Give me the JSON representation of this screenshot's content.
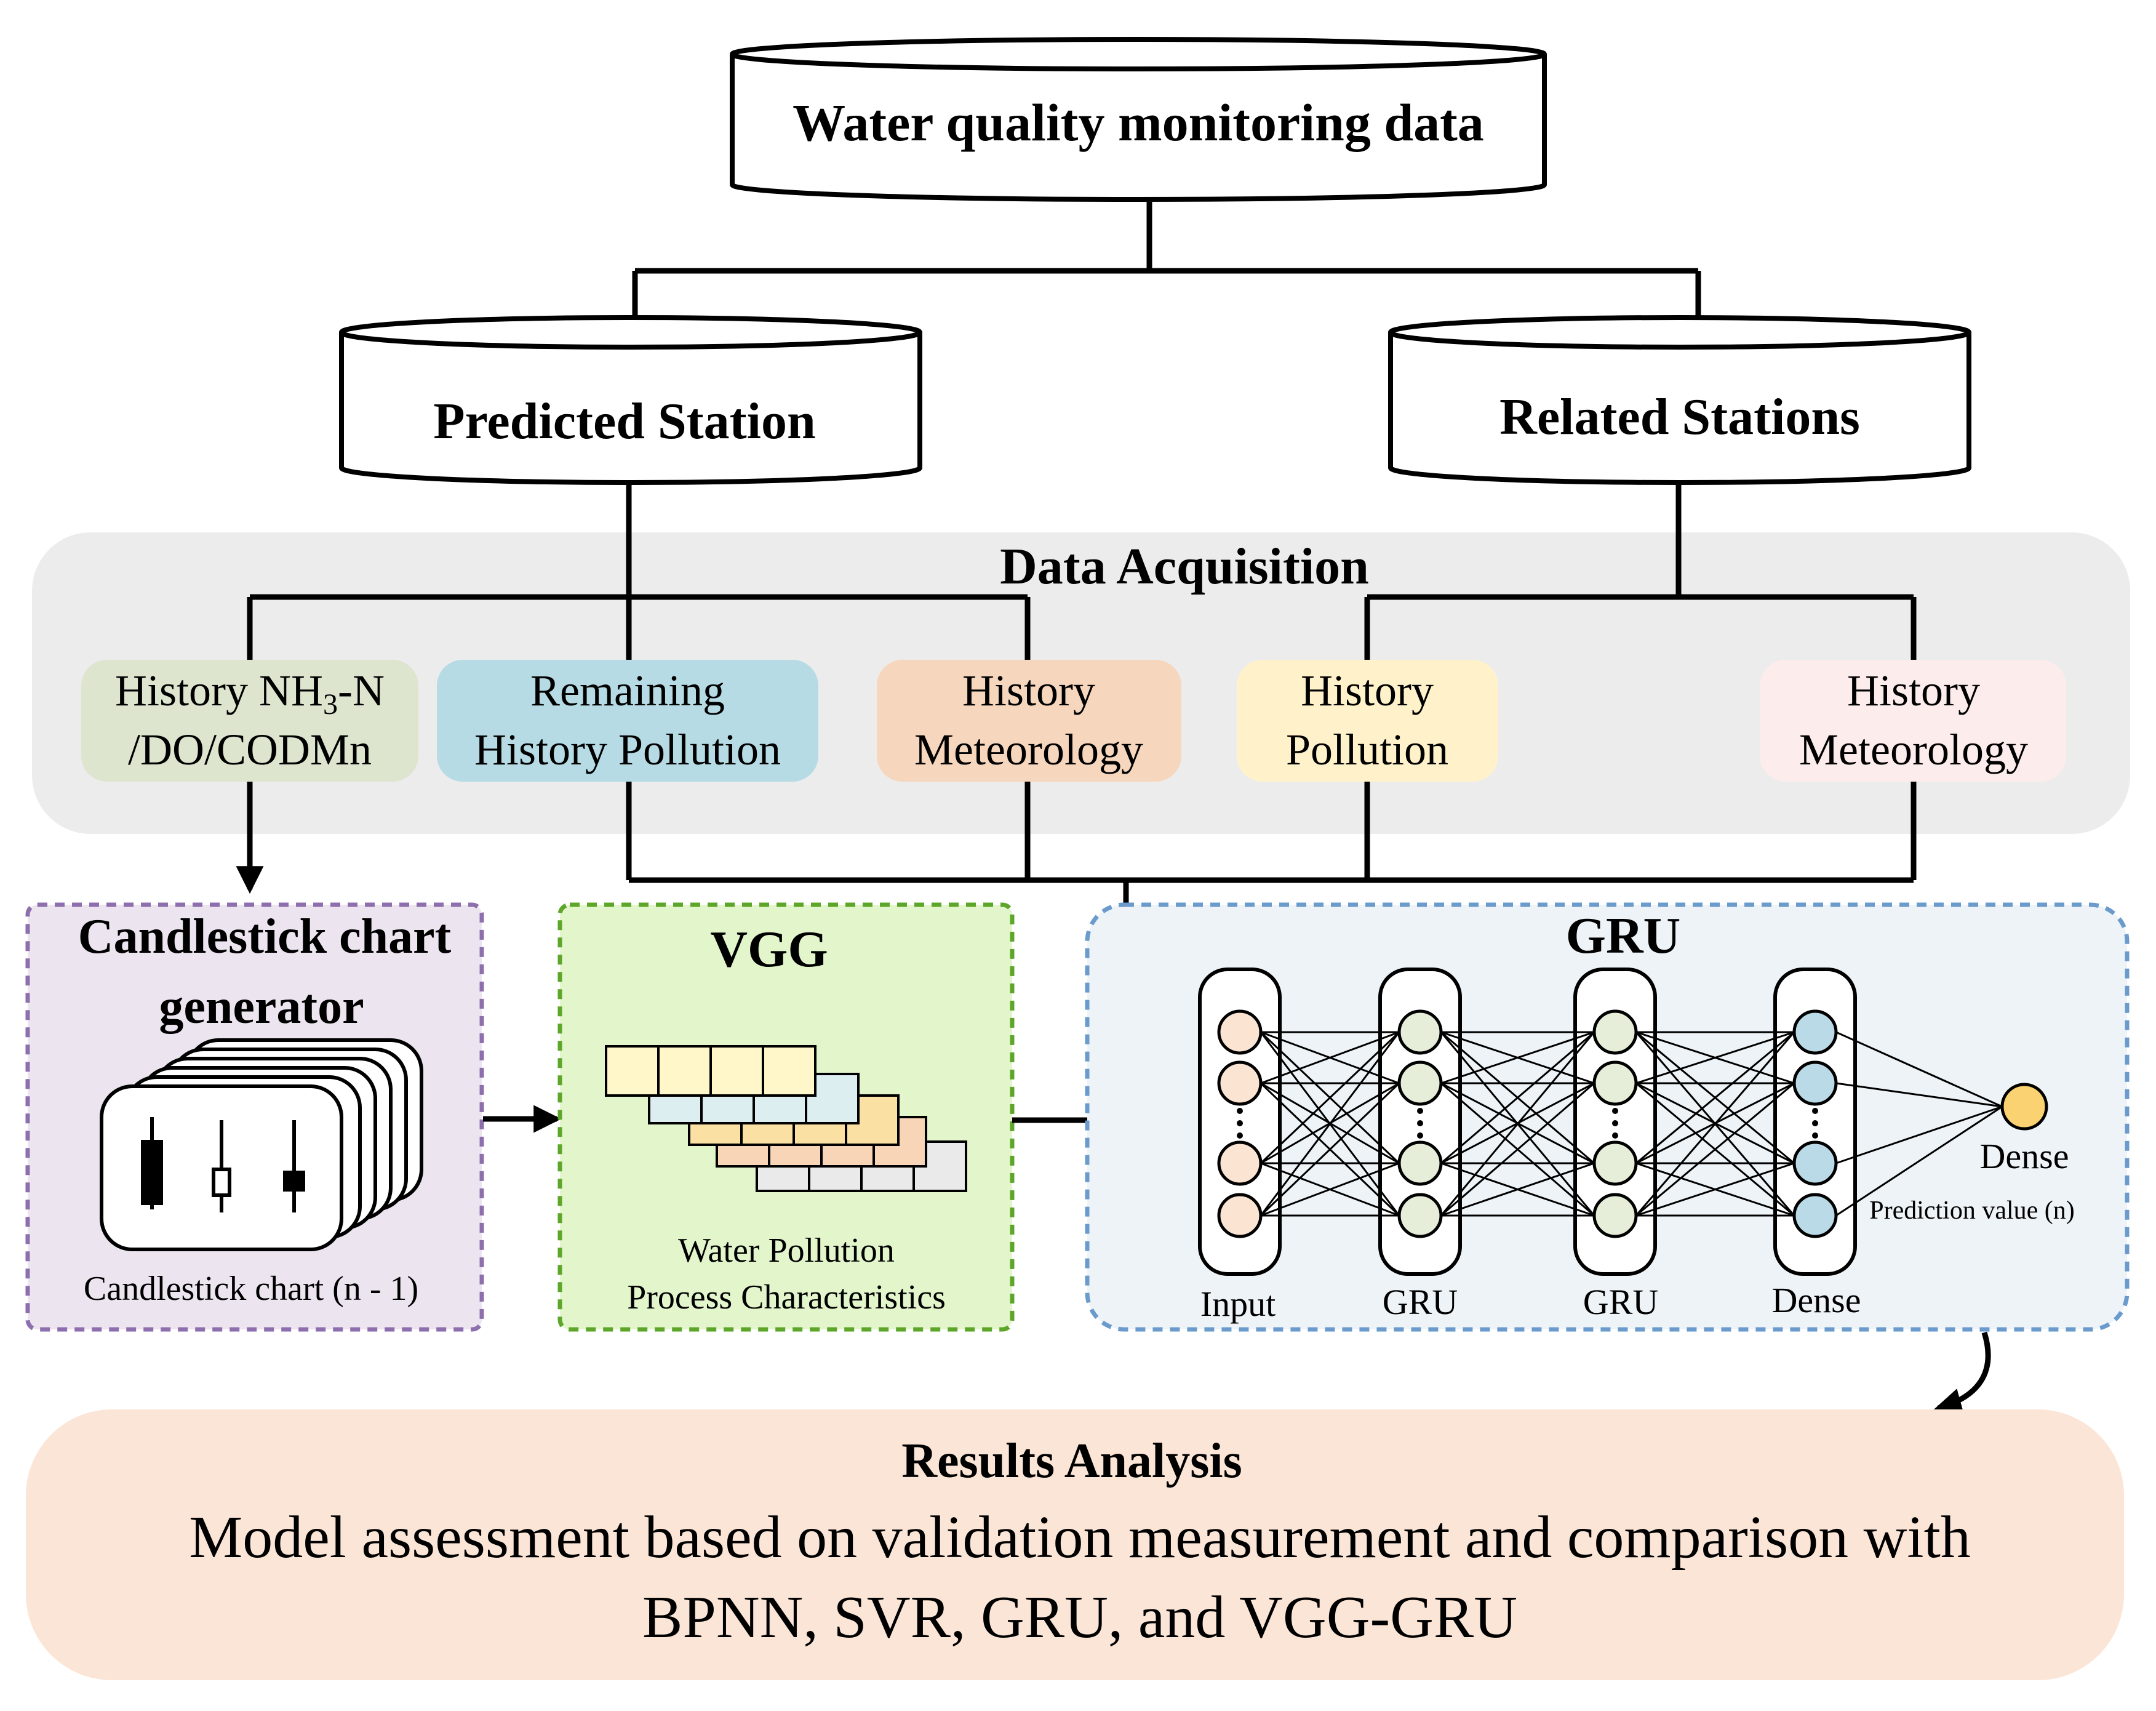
{
  "title": "Water quality monitoring data",
  "stations": {
    "predicted": "Predicted Station",
    "related": "Related Stations"
  },
  "acquisition": {
    "title": "Data Acquisition",
    "items": [
      {
        "line1": "History NH",
        "sub": "3",
        "line1_suffix": "-N",
        "line2": "/DO/CODMn",
        "color": "#dde5cf"
      },
      {
        "line1": "Remaining",
        "line2": "History Pollution",
        "color": "#b6dbe4"
      },
      {
        "line1": "History",
        "line2": "Meteorology",
        "color": "#f6d6bd"
      },
      {
        "line1": "History",
        "line2": "Pollution",
        "color": "#fff2cb"
      },
      {
        "line1": "History",
        "line2": "Meteorology",
        "color": "#fdecec"
      }
    ]
  },
  "candlestick": {
    "title_line1": "Candlestick chart",
    "title_line2": "generator",
    "caption": "Candlestick chart (n - 1)",
    "color": "#ece4ef"
  },
  "vgg": {
    "title": "VGG",
    "caption_line1": "Water Pollution",
    "caption_line2": "Process Characteristics",
    "color": "#e2f5cb"
  },
  "gru": {
    "title": "GRU",
    "layers": [
      "Input",
      "GRU",
      "GRU",
      "Dense"
    ],
    "output_label": "Dense",
    "output_caption": "Prediction value (n)",
    "color": "#eef3f7"
  },
  "results": {
    "title": "Results Analysis",
    "line1": "Model assessment based on validation measurement and comparison with",
    "line2": "BPNN, SVR, GRU, and VGG-GRU",
    "color": "#fbe5d7"
  }
}
